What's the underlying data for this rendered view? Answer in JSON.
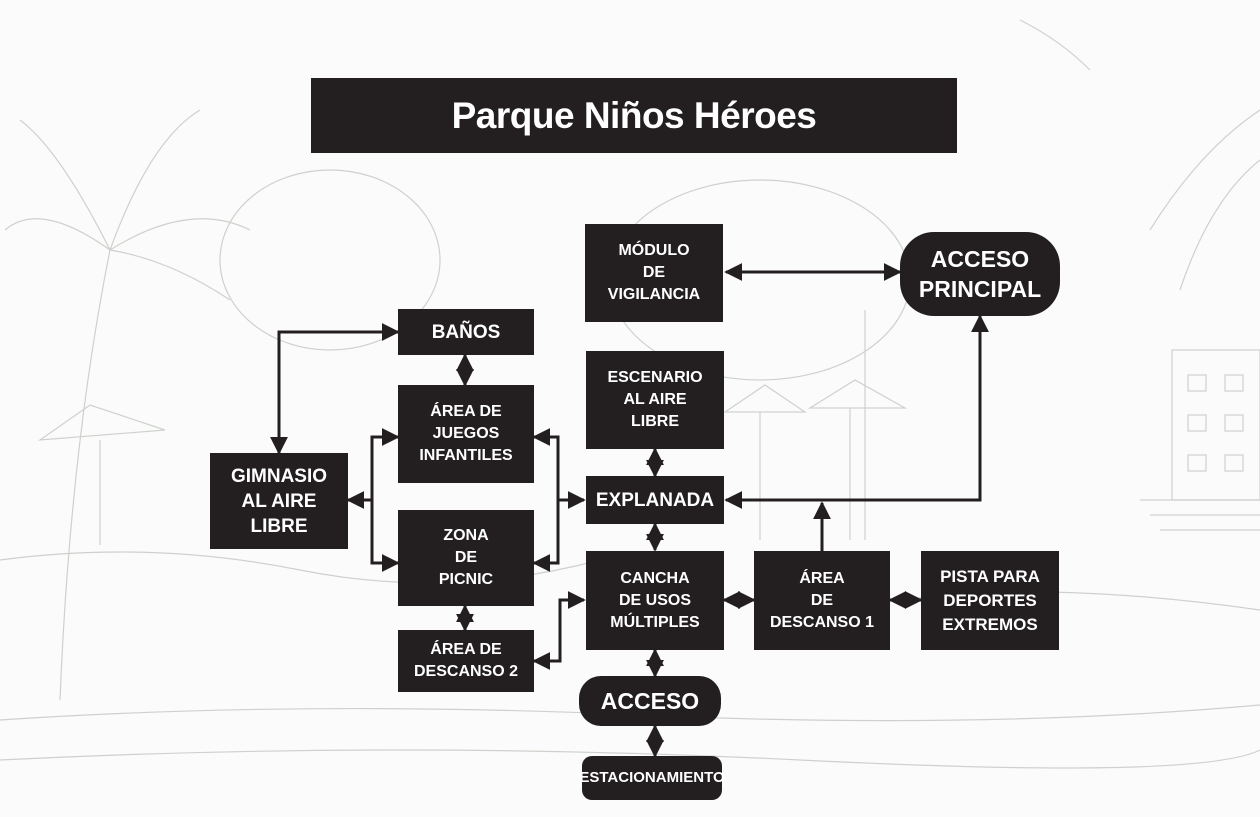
{
  "title": "Parque Niños Héroes",
  "nodes": {
    "modulo_vigilancia": "MÓDULO\nDE\nVIGILANCIA",
    "acceso_principal": "ACCESO\nPRINCIPAL",
    "banos": "BAÑOS",
    "area_juegos": "ÁREA DE\nJUEGOS\nINFANTILES",
    "escenario": "ESCENARIO\nAL AIRE\nLIBRE",
    "gimnasio": "GIMNASIO\nAL AIRE\nLIBRE",
    "explanada": "EXPLANADA",
    "zona_picnic": "ZONA\nDE\nPICNIC",
    "cancha": "CANCHA\nDE USOS\nMÚLTIPLES",
    "area_descanso_1": "ÁREA\nDE\nDESCANSO 1",
    "pista": "PISTA PARA\nDEPORTES\nEXTREMOS",
    "area_descanso_2": "ÁREA DE\nDESCANSO 2",
    "acceso": "ACCESO",
    "estacionamiento": "ESTACIONAMIENTO"
  },
  "colors": {
    "box": "#231f20",
    "text": "#ffffff",
    "line": "#231f20"
  }
}
